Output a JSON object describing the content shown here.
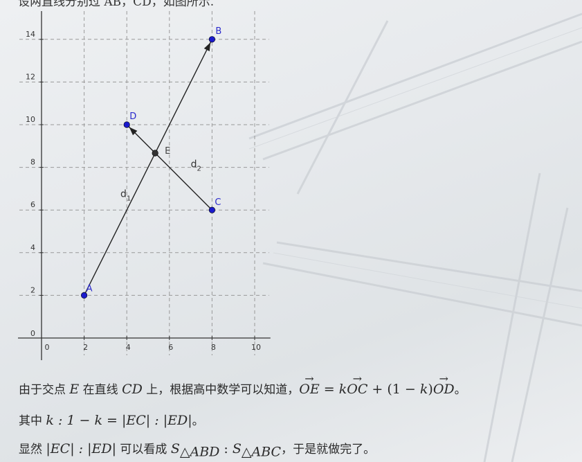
{
  "header": {
    "truncated_text": "设两直线分别过 AB，CD，如图所示."
  },
  "chart_data": {
    "type": "scatter",
    "xlim": [
      0,
      11
    ],
    "ylim": [
      0,
      15
    ],
    "x_ticks": [
      "0",
      "2",
      "4",
      "6",
      "8",
      "10"
    ],
    "y_ticks": [
      "0",
      "2",
      "4",
      "6",
      "8",
      "10",
      "12",
      "14"
    ],
    "grid": true,
    "points": [
      {
        "label": "A",
        "x": 2,
        "y": 2,
        "color": "#1a1acc"
      },
      {
        "label": "B",
        "x": 8,
        "y": 14,
        "color": "#1a1acc"
      },
      {
        "label": "C",
        "x": 8,
        "y": 6,
        "color": "#1a1acc"
      },
      {
        "label": "D",
        "x": 4,
        "y": 10,
        "color": "#1a1acc"
      },
      {
        "label": "E",
        "x": 5.33,
        "y": 8.67,
        "color": "#333333"
      }
    ],
    "segments": [
      {
        "name": "d1",
        "from": "A",
        "to": "B"
      },
      {
        "name": "d2",
        "from": "C",
        "to": "D"
      }
    ],
    "segment_labels": [
      {
        "text": "d",
        "sub": "1",
        "x": 3.7,
        "y": 6.6
      },
      {
        "text": "d",
        "sub": "2",
        "x": 7.0,
        "y": 8.0
      }
    ]
  },
  "content": {
    "p1_prefix": "由于交点 ",
    "p1_E": "E",
    "p1_mid": " 在直线 ",
    "p1_CD": "CD",
    "p1_mid2": " 上，根据高中数学可以知道，",
    "p1_OE": "OE",
    "p1_eq": " = ",
    "p1_k": "k",
    "p1_OC": "OC",
    "p1_plus": " + (1 − ",
    "p1_k2": "k",
    "p1_close": ")",
    "p1_OD": "OD",
    "p1_end": "。",
    "p2_prefix": "其中 ",
    "p2_math": "k : 1 − k = |EC| : |ED|",
    "p2_end": "。",
    "p3_prefix": "显然 ",
    "p3_math1": "|EC| : |ED|",
    "p3_mid": " 可以看成 ",
    "p3_S1": "S",
    "p3_sub1": "△ABD",
    "p3_colon": " : ",
    "p3_S2": "S",
    "p3_sub2": "△ABC",
    "p3_end": "，于是就做完了。"
  }
}
